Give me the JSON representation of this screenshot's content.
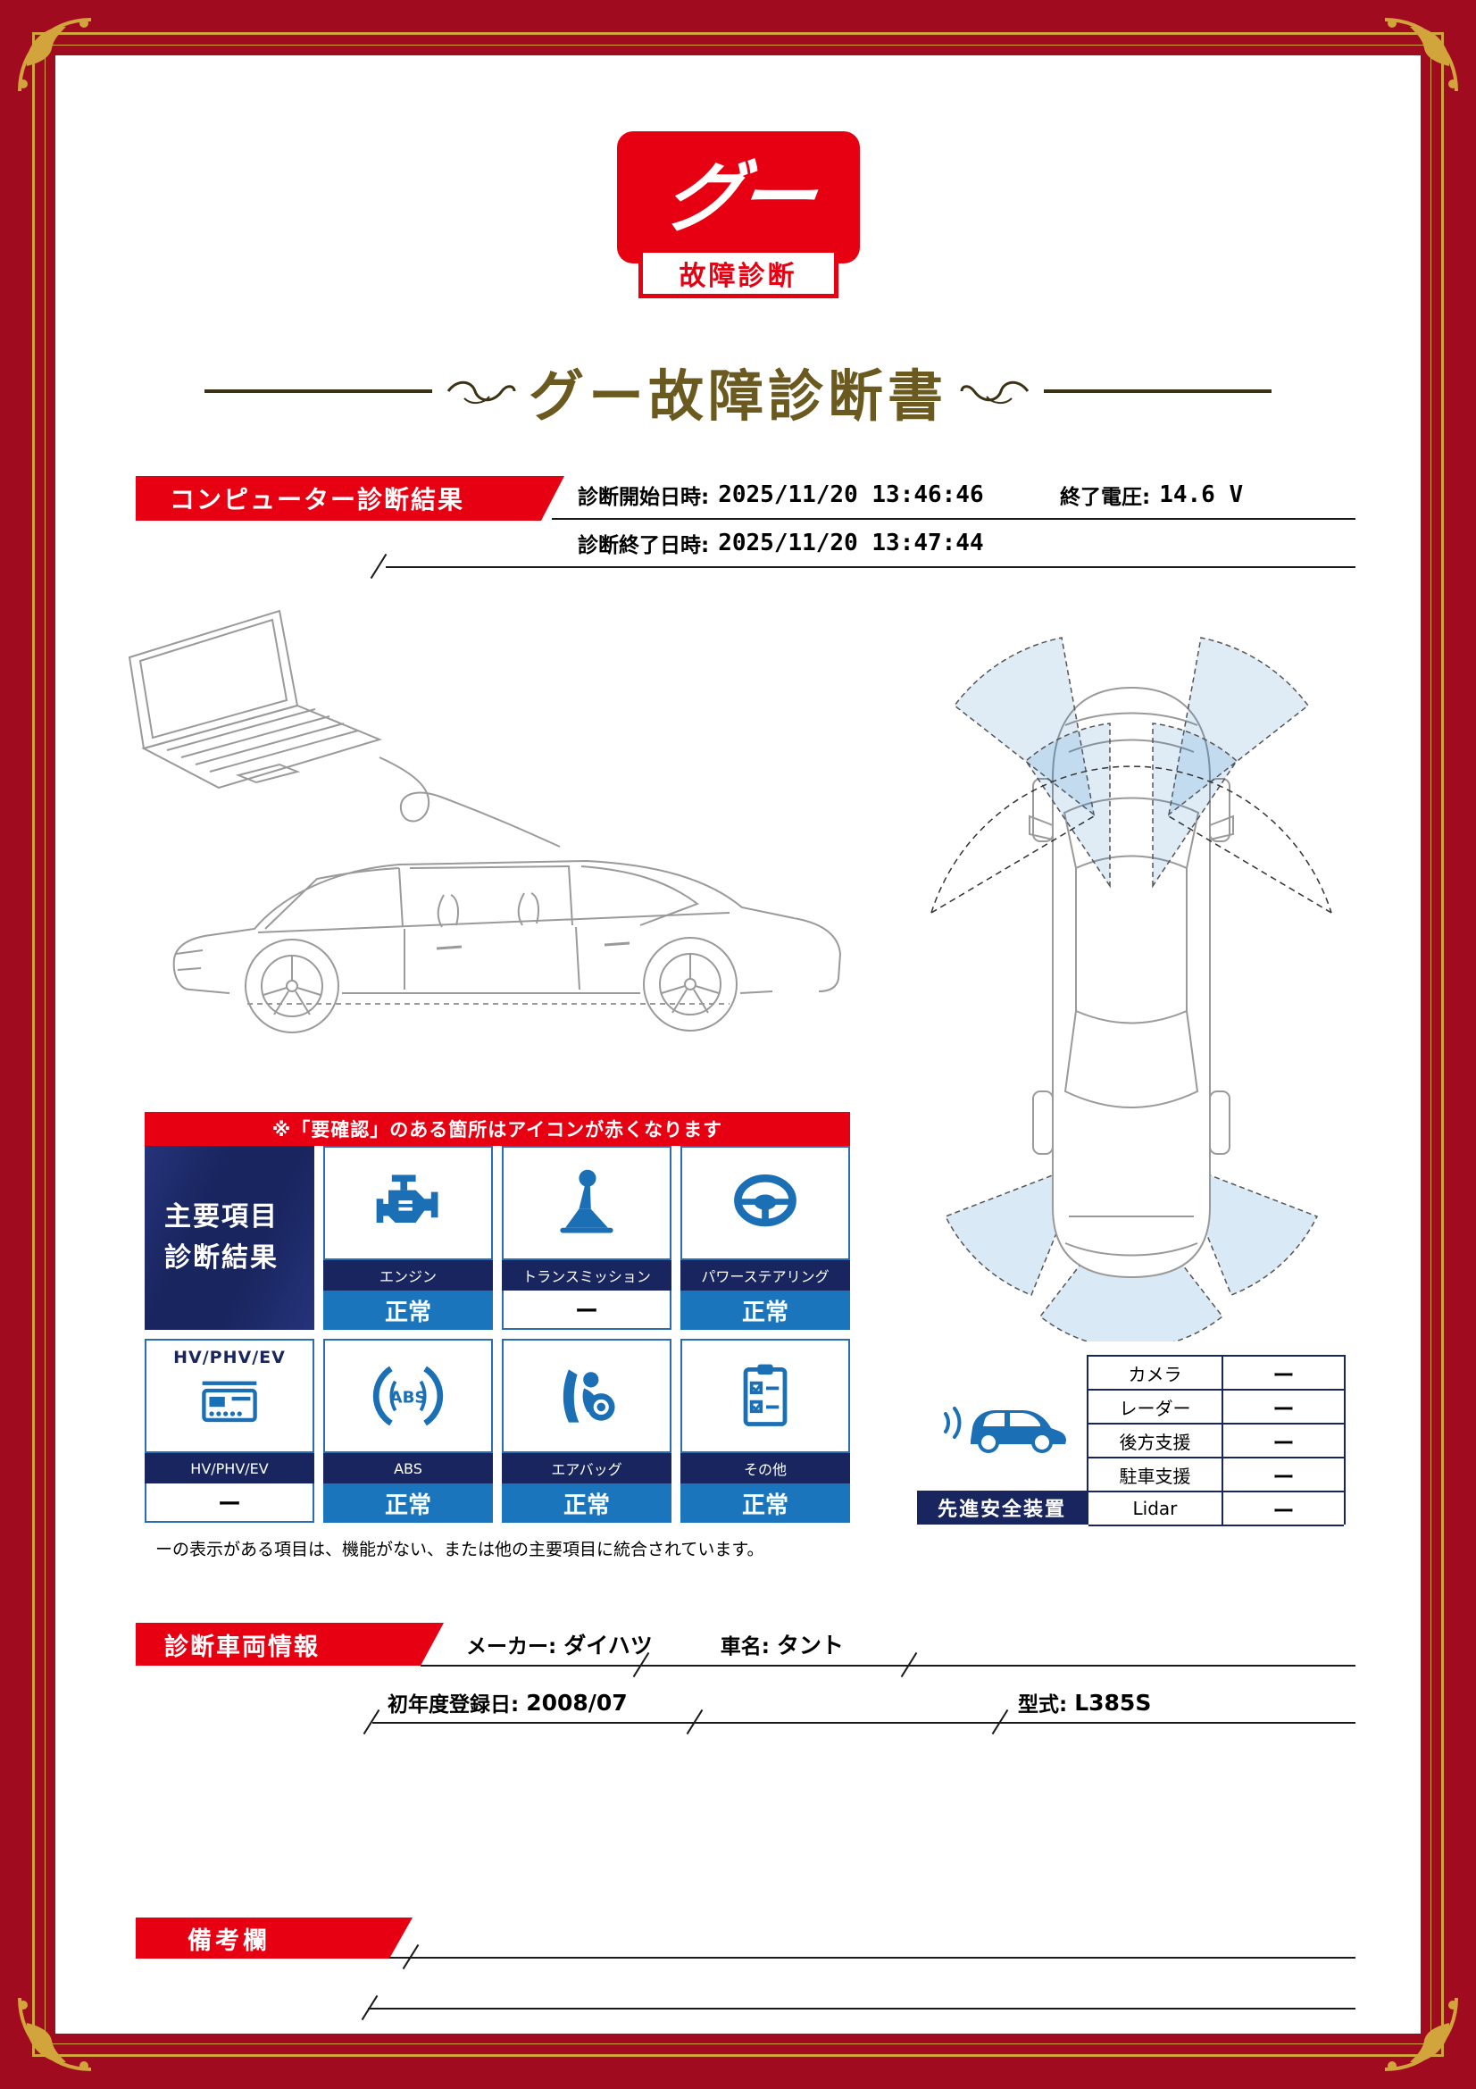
{
  "colors": {
    "brand_red": "#e60012",
    "navy": "#18255e",
    "status_blue": "#1b75bc",
    "icon_blue": "#1a6fb5",
    "gold": "#d2a43c",
    "title_gold": "#6b5a1f",
    "background_red": "#a10b20"
  },
  "logo": {
    "main": "グー",
    "sub": "故障診断"
  },
  "title": "グー故障診断書",
  "diagnosis": {
    "banner": "コンピューター診断結果",
    "start_label": "診断開始日時:",
    "start_value": "2025/11/20 13:46:46",
    "voltage_label": "終了電圧:",
    "voltage_value": "14.6 V",
    "end_label": "診断終了日時:",
    "end_value": "2025/11/20 13:47:44"
  },
  "results": {
    "warning": "※「要確認」のある箇所はアイコンが赤くなります",
    "summary_line1": "主要項目",
    "summary_line2": "診断結果",
    "items": [
      {
        "icon": "engine-icon",
        "label": "エンジン",
        "status": "正常"
      },
      {
        "icon": "transmission-icon",
        "label": "トランスミッション",
        "status": "ー"
      },
      {
        "icon": "power-steering-icon",
        "label": "パワーステアリング",
        "status": "正常"
      },
      {
        "icon": "hv-phv-ev-icon",
        "header": "HV/PHV/EV",
        "label": "HV/PHV/EV",
        "status": "ー"
      },
      {
        "icon": "abs-icon",
        "label": "ABS",
        "status": "正常"
      },
      {
        "icon": "airbag-icon",
        "label": "エアバッグ",
        "status": "正常"
      },
      {
        "icon": "other-icon",
        "label": "その他",
        "status": "正常"
      }
    ],
    "note": "ーの表示がある項目は、機能がない、または他の主要項目に統合されています。"
  },
  "safety": {
    "label": "先進安全装置",
    "rows": [
      {
        "name": "カメラ",
        "value": "ー"
      },
      {
        "name": "レーダー",
        "value": "ー"
      },
      {
        "name": "後方支援",
        "value": "ー"
      },
      {
        "name": "駐車支援",
        "value": "ー"
      },
      {
        "name": "Lidar",
        "value": "ー"
      }
    ]
  },
  "vehicle": {
    "banner": "診断車両情報",
    "maker_label": "メーカー:",
    "maker_value": "ダイハツ",
    "name_label": "車名:",
    "name_value": "タント",
    "registration_label": "初年度登録日:",
    "registration_value": "2008/07",
    "model_label": "型式:",
    "model_value": "L385S"
  },
  "remarks": {
    "banner": "備考欄"
  }
}
